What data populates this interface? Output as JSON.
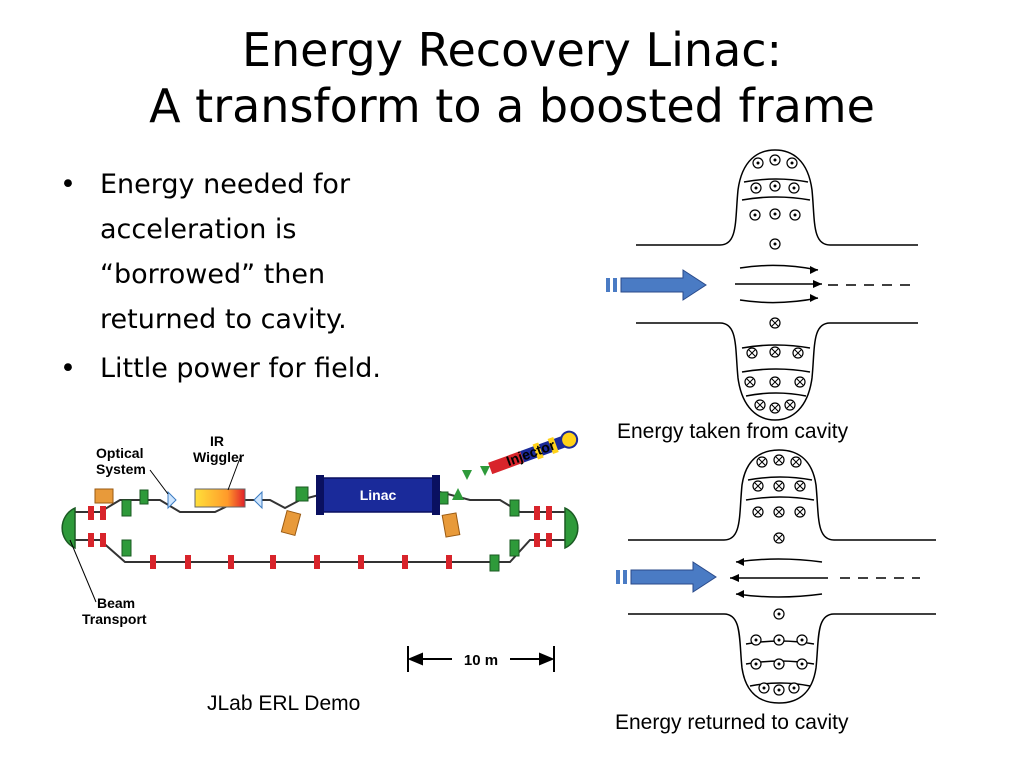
{
  "slide": {
    "title_line1": "Energy Recovery Linac:",
    "title_line2": "A transform to a boosted frame"
  },
  "bullets": [
    {
      "lines": [
        "Energy needed for",
        "acceleration is",
        "“borrowed” then",
        "returned to cavity."
      ]
    },
    {
      "lines": [
        "Little power for field."
      ]
    }
  ],
  "erl_diagram": {
    "labels": {
      "optical_line1": "Optical",
      "optical_line2": "System",
      "ir_line1": "IR",
      "ir_line2": "Wiggler",
      "injector": "Injector",
      "linac": "Linac",
      "beam_line1": "Beam",
      "beam_line2": "Transport",
      "scale": "10 m"
    },
    "caption": "JLab ERL Demo",
    "colors": {
      "linac": "#1a2a9a",
      "dipole": "#2e9a3a",
      "quad": "#d8242b",
      "orange": "#e89a3a"
    }
  },
  "cavity_top": {
    "caption": "Energy taken from cavity",
    "field_symbol": "dot"
  },
  "cavity_bottom": {
    "caption": "Energy returned to cavity",
    "field_symbol": "cross"
  },
  "beam_arrow_color": "#4a7bc4"
}
